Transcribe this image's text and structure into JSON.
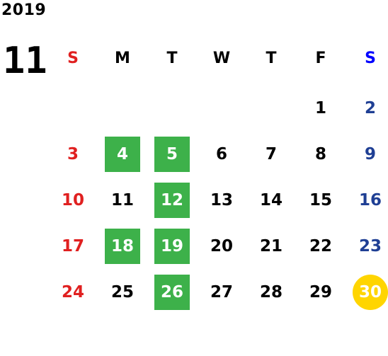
{
  "year": "2019",
  "month": "11",
  "colors": {
    "sunday": "#e02020",
    "saturday": "#1f3f94",
    "saturday_header": "#0000ff",
    "highlight": "#3db14a",
    "today": "#ffd500"
  },
  "weekdays": [
    "S",
    "M",
    "T",
    "W",
    "T",
    "F",
    "S"
  ],
  "weeks": [
    [
      {
        "d": ""
      },
      {
        "d": ""
      },
      {
        "d": ""
      },
      {
        "d": ""
      },
      {
        "d": ""
      },
      {
        "d": "1"
      },
      {
        "d": "2"
      }
    ],
    [
      {
        "d": "3"
      },
      {
        "d": "4",
        "mark": "green"
      },
      {
        "d": "5",
        "mark": "green"
      },
      {
        "d": "6"
      },
      {
        "d": "7"
      },
      {
        "d": "8"
      },
      {
        "d": "9"
      }
    ],
    [
      {
        "d": "10"
      },
      {
        "d": "11"
      },
      {
        "d": "12",
        "mark": "green"
      },
      {
        "d": "13"
      },
      {
        "d": "14"
      },
      {
        "d": "15"
      },
      {
        "d": "16"
      }
    ],
    [
      {
        "d": "17"
      },
      {
        "d": "18",
        "mark": "green"
      },
      {
        "d": "19",
        "mark": "green"
      },
      {
        "d": "20"
      },
      {
        "d": "21"
      },
      {
        "d": "22"
      },
      {
        "d": "23"
      }
    ],
    [
      {
        "d": "24"
      },
      {
        "d": "25"
      },
      {
        "d": "26",
        "mark": "green"
      },
      {
        "d": "27"
      },
      {
        "d": "28"
      },
      {
        "d": "29"
      },
      {
        "d": "30",
        "mark": "today"
      }
    ]
  ]
}
